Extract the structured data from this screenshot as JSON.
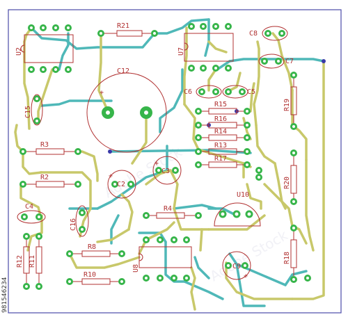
{
  "colors": {
    "background": "#ffffff",
    "frame": "#4a4aa8",
    "trace_top": "#c8c86a",
    "trace_bottom": "#4fb8b8",
    "silkscreen": "#b03030",
    "pad_ring": "#37b54a",
    "pad_hole": "#ffffff",
    "via": "#3a3aa8"
  },
  "components": {
    "resistors": [
      "R21",
      "R3",
      "R2",
      "R4",
      "R8",
      "R10",
      "R12",
      "R11",
      "R15",
      "R16",
      "R14",
      "R13",
      "R17",
      "R19",
      "R20",
      "R18"
    ],
    "capacitors": [
      "C12",
      "C15",
      "C2",
      "C3",
      "C4",
      "C16",
      "C8",
      "C7",
      "C6",
      "C5",
      "C9"
    ],
    "ics": [
      "U2",
      "U7",
      "U8",
      "U10"
    ]
  },
  "polarity_marks": {
    "plus": "+"
  },
  "stock_id": "981546234",
  "watermark": "Adobe Stock"
}
